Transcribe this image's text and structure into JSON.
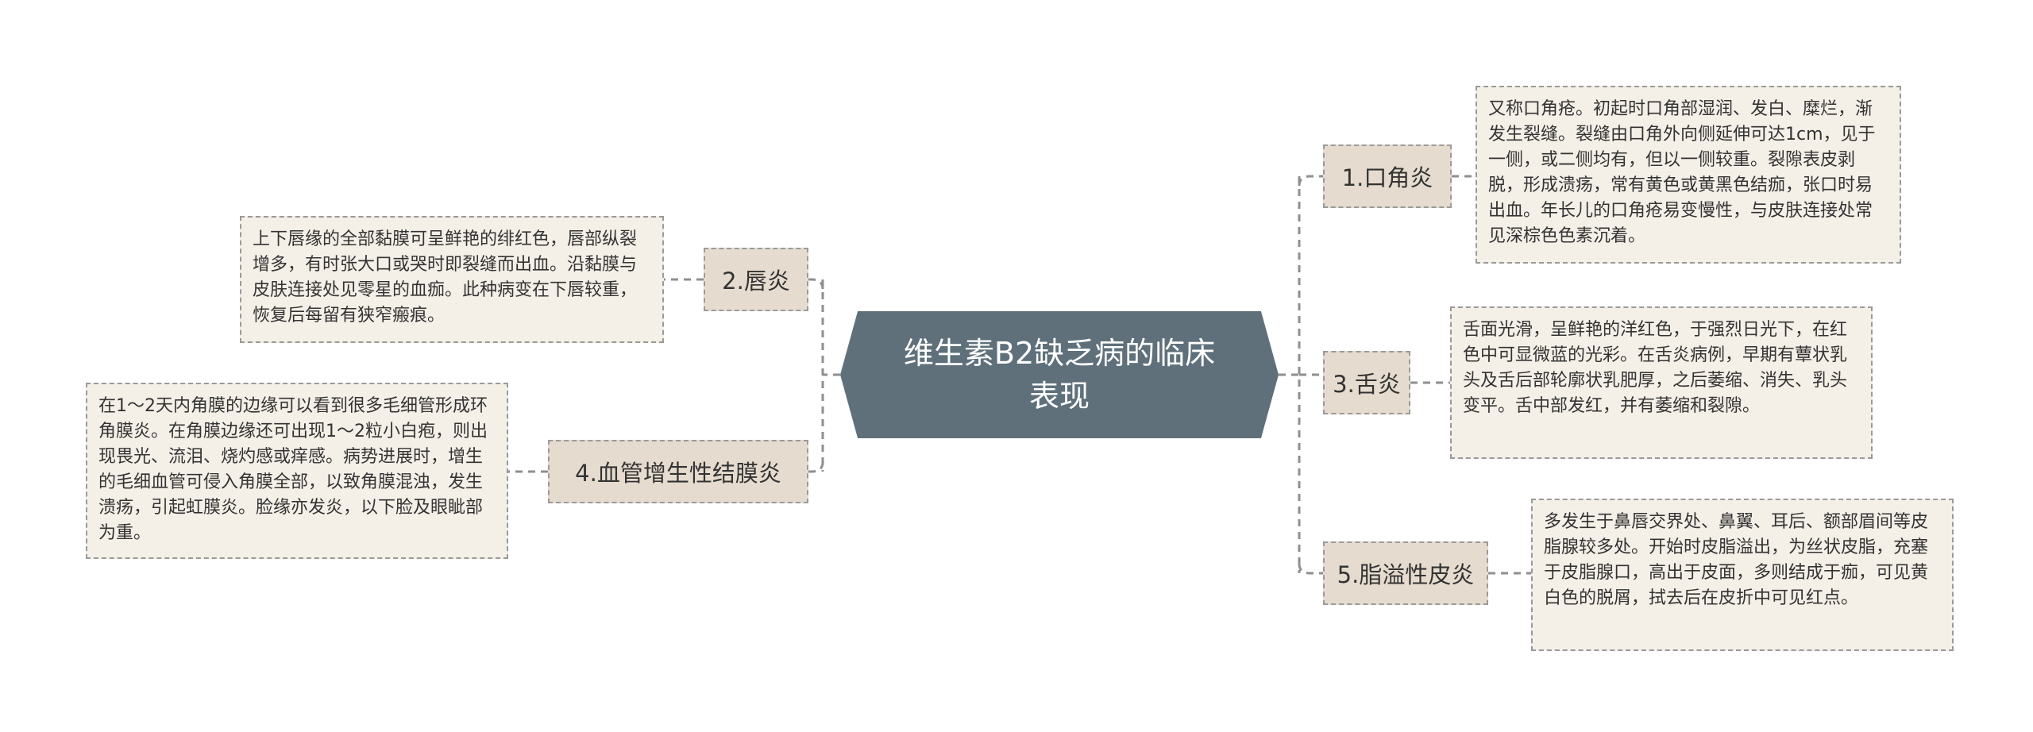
{
  "diagram": {
    "center": "维生素B2缺乏病的临床表现",
    "branches": [
      {
        "label": "1.口角炎",
        "text": "又称口角疮。初起时口角部湿润、发白、糜烂，渐发生裂缝。裂缝由口角外向侧延伸可达1cm，见于一侧，或二侧均有，但以一侧较重。裂隙表皮剥脱，形成溃疡，常有黄色或黄黑色结痂，张口时易出血。年长儿的口角疮易变慢性，与皮肤连接处常见深棕色色素沉着。"
      },
      {
        "label": "2.唇炎",
        "text": "上下唇缘的全部黏膜可呈鲜艳的绯红色，唇部纵裂增多，有时张大口或哭时即裂缝而出血。沿黏膜与皮肤连接处见零星的血痂。此种病变在下唇较重，恢复后每留有狭窄瘢痕。"
      },
      {
        "label": "3.舌炎",
        "text": "舌面光滑，呈鲜艳的洋红色，于强烈日光下，在红色中可显微蓝的光彩。在舌炎病例，早期有蕈状乳头及舌后部轮廓状乳肥厚，之后萎缩、消失、乳头变平。舌中部发红，并有萎缩和裂隙。"
      },
      {
        "label": "4.血管增生性结膜炎",
        "text": "在1～2天内角膜的边缘可以看到很多毛细管形成环角膜炎。在角膜边缘还可出现1～2粒小白疱，则出现畏光、流泪、烧灼感或痒感。病势进展时，增生的毛细血管可侵入角膜全部，以致角膜混浊，发生溃疡，引起虹膜炎。脸缘亦发炎，以下脸及眼眦部为重。"
      },
      {
        "label": "5.脂溢性皮炎",
        "text": "多发生于鼻唇交界处、鼻翼、耳后、额部眉间等皮脂腺较多处。开始时皮脂溢出，为丝状皮脂，充塞于皮脂腺口，高出于皮面，多则结成于痂，可见黄白色的脱屑，拭去后在皮折中可见红点。"
      }
    ]
  }
}
